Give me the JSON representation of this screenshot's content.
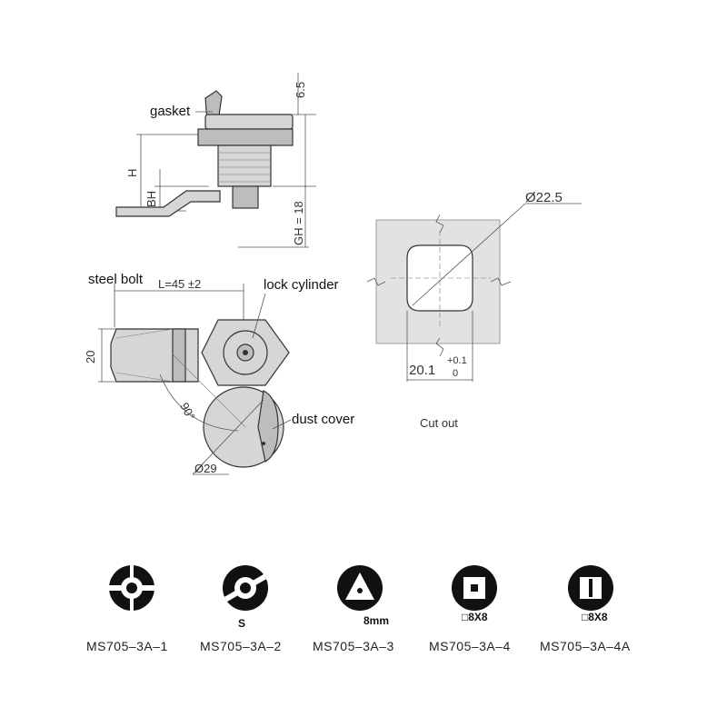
{
  "labels": {
    "gasket": "gasket",
    "steel_bolt": "steel bolt",
    "lock_cylinder": "lock cylinder",
    "dust_cover": "dust cover",
    "cut_out": "Cut out"
  },
  "dimensions": {
    "top_height": "6.5",
    "h": "H",
    "bh": "BH",
    "gh": "GH = 18",
    "length": "L=45 ±2",
    "width": "20",
    "angle": "90°",
    "diameter_29": "Ø29",
    "diameter_22_5": "Ø22.5",
    "flat_20_1": "20.1",
    "tol_plus": "+0.1",
    "tol_zero": "0"
  },
  "keys": [
    {
      "code": "MS705–3A–1",
      "glyph": ""
    },
    {
      "code": "MS705–3A–2",
      "glyph": "S"
    },
    {
      "code": "MS705–3A–3",
      "glyph": "8mm"
    },
    {
      "code": "MS705–3A–4",
      "glyph": "□8X8"
    },
    {
      "code": "MS705–3A–4A",
      "glyph": "□8X8"
    }
  ]
}
